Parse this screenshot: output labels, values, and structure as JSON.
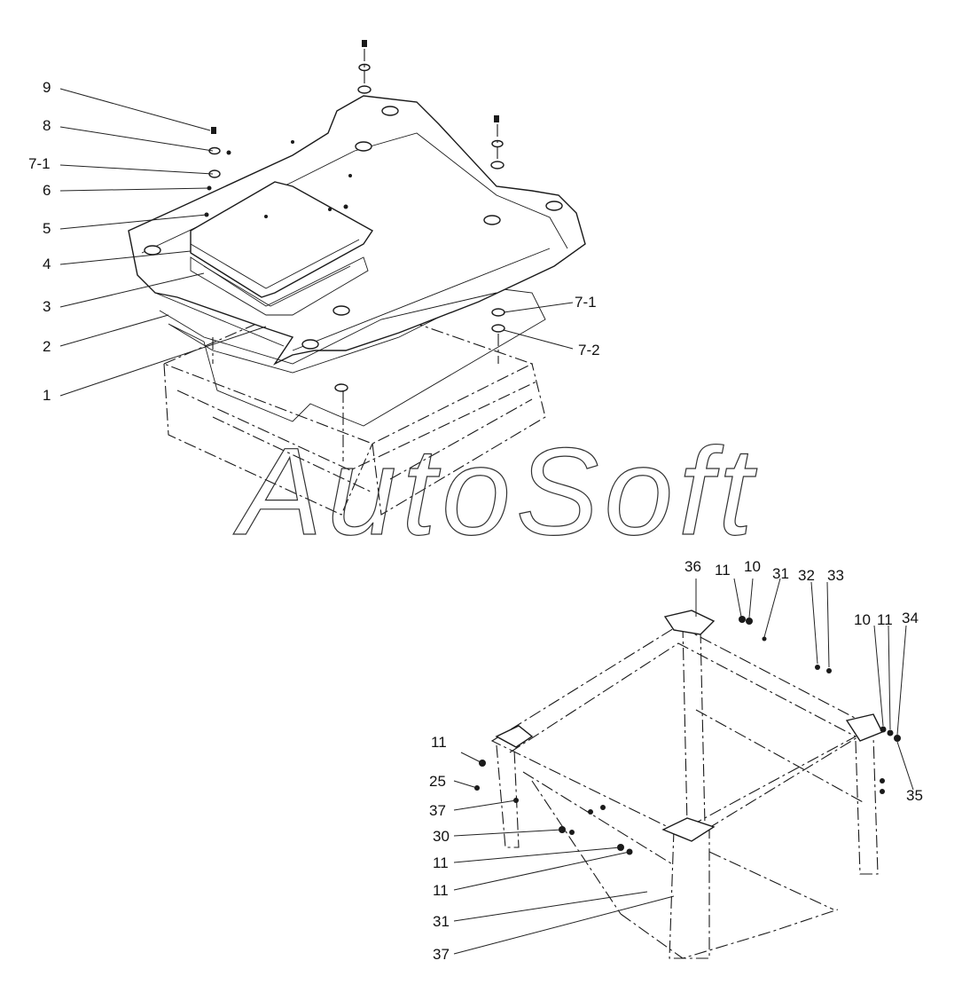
{
  "watermark": "AutoSoft",
  "upper_assembly": {
    "callouts": [
      "9",
      "8",
      "7-1",
      "6",
      "5",
      "4",
      "3",
      "2",
      "1",
      "7-1",
      "7-2"
    ]
  },
  "lower_assembly": {
    "callouts": [
      "36",
      "11",
      "10",
      "31",
      "32",
      "33",
      "10",
      "11",
      "34",
      "35",
      "11",
      "25",
      "37",
      "30",
      "11",
      "11",
      "31",
      "37"
    ]
  }
}
